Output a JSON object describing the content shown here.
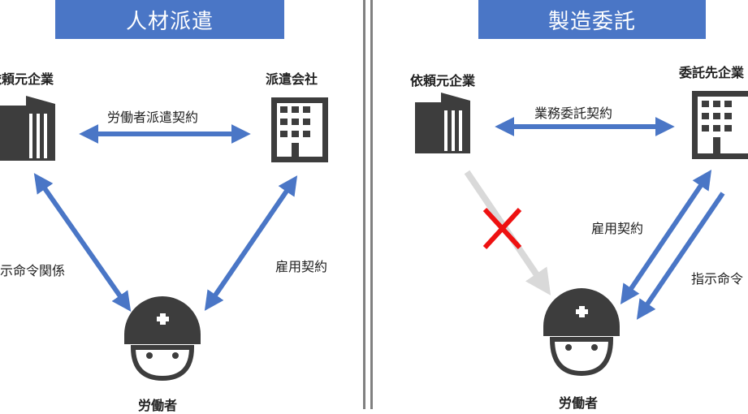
{
  "left_panel": {
    "title": "人材派遣",
    "client_label": "依頼元企業",
    "agency_label": "派遣会社",
    "contract_label": "労働者派遣契約",
    "command_label": "指示命令関係",
    "employment_label": "雇用契約",
    "worker_label": "労働者"
  },
  "right_panel": {
    "title": "製造委託",
    "client_label": "依頼元企業",
    "contractor_label": "委託先企業",
    "contract_label": "業務委託契約",
    "employment_label": "雇用契約",
    "command_label": "指示命令",
    "worker_label": "労働者"
  },
  "colors": {
    "banner": "#4a76c6",
    "arrow": "#4a76c6",
    "disabled_arrow": "#d9d9d9",
    "cross": "#ee1111",
    "icon": "#3d3d3d"
  }
}
